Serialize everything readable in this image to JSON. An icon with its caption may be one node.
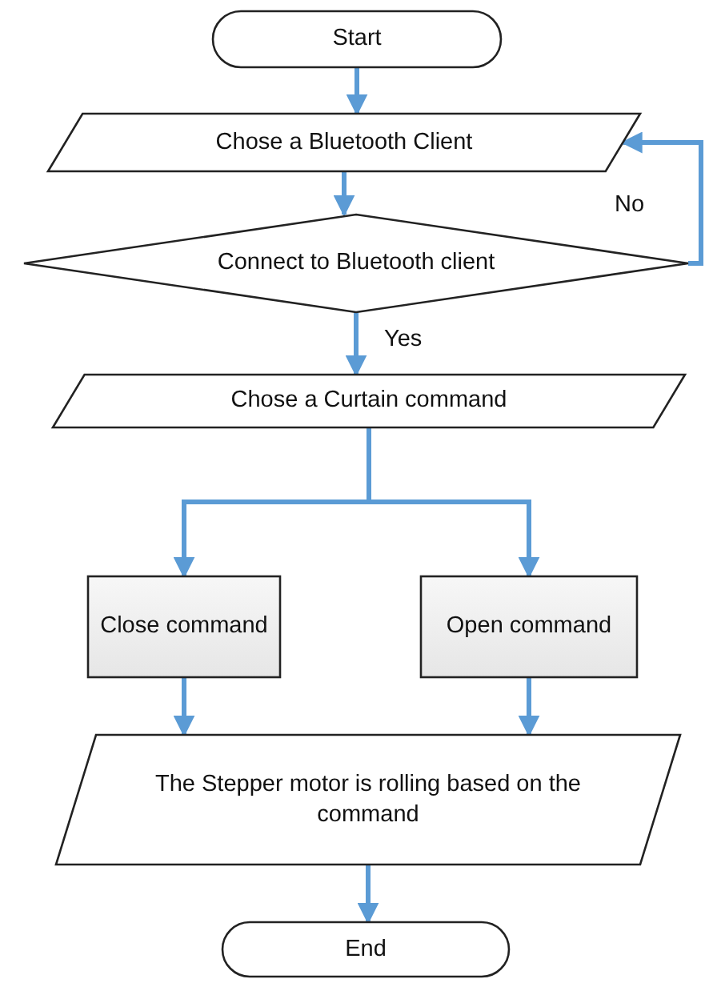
{
  "diagram": {
    "nodes": [
      {
        "text": [
          "Start"
        ]
      },
      {
        "text": [
          "Chose a Bluetooth Client"
        ]
      },
      {
        "text": [
          "Connect to Bluetooth client"
        ]
      },
      {
        "text": [
          "Chose a Curtain command"
        ]
      },
      {
        "text": [
          "Close command"
        ]
      },
      {
        "text": [
          "Open command"
        ]
      },
      {
        "text": [
          "The Stepper motor is rolling based on the command"
        ]
      },
      {
        "text": [
          "End"
        ]
      }
    ],
    "edges": [
      {
        "from": 0,
        "to": 1,
        "arrow": "to"
      },
      {
        "from": 1,
        "to": 2,
        "arrow": "to"
      },
      {
        "from": 2,
        "to": 3,
        "arrow": "to",
        "label": "Yes"
      },
      {
        "from": 2,
        "to": 1,
        "arrow": "to",
        "label": "No"
      },
      {
        "from": 3,
        "to": 4,
        "arrow": "to"
      },
      {
        "from": 3,
        "to": 5,
        "arrow": "to"
      },
      {
        "from": 4,
        "to": 6,
        "arrow": "to"
      },
      {
        "from": 5,
        "to": 6,
        "arrow": "to"
      },
      {
        "from": 6,
        "to": 7,
        "arrow": "to"
      }
    ]
  }
}
